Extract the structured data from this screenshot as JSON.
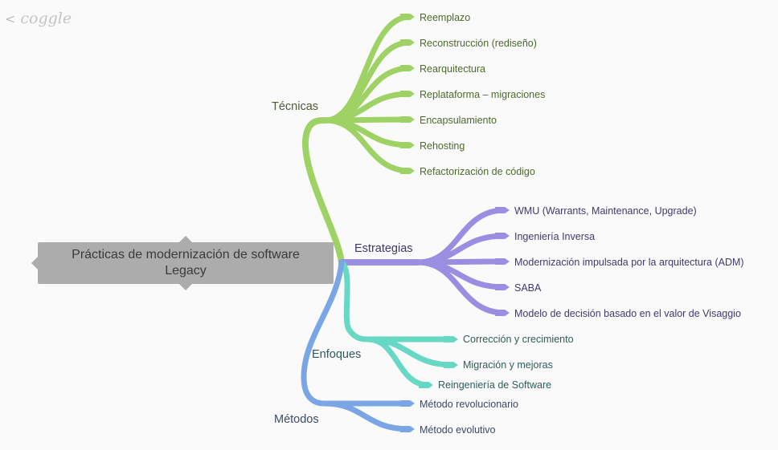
{
  "app": {
    "logo_text": "coggle",
    "back_icon": "chevron-left-icon"
  },
  "root": {
    "title": "Prácticas de modernización de software\nLegacy"
  },
  "colors": {
    "tecnicas": "#9ed264",
    "estrategias": "#9a8ee2",
    "enfoques": "#67d8c4",
    "metodos": "#7ba6e6",
    "root_bg": "#acacac"
  },
  "branches": {
    "tecnicas": {
      "label": "Técnicas",
      "items": [
        "Reemplazo",
        "Reconstrucción (rediseño)",
        "Rearquitectura",
        "Replataforma – migraciones",
        "Encapsulamiento",
        "Rehosting",
        "Refactorización de código"
      ]
    },
    "estrategias": {
      "label": "Estrategias",
      "items": [
        "WMU (Warrants, Maintenance, Upgrade)",
        "Ingeniería Inversa",
        "Modernización impulsada por la arquitectura (ADM)",
        "SABA",
        "Modelo de decisión basado en el valor de Visaggio"
      ]
    },
    "enfoques": {
      "label": "Enfoques",
      "items": [
        "Corrección y crecimiento",
        "Migración y mejoras",
        "Reingeniería de Software"
      ]
    },
    "metodos": {
      "label": "Métodos",
      "items": [
        "Método revolucionario",
        "Método evolutivo"
      ]
    }
  }
}
